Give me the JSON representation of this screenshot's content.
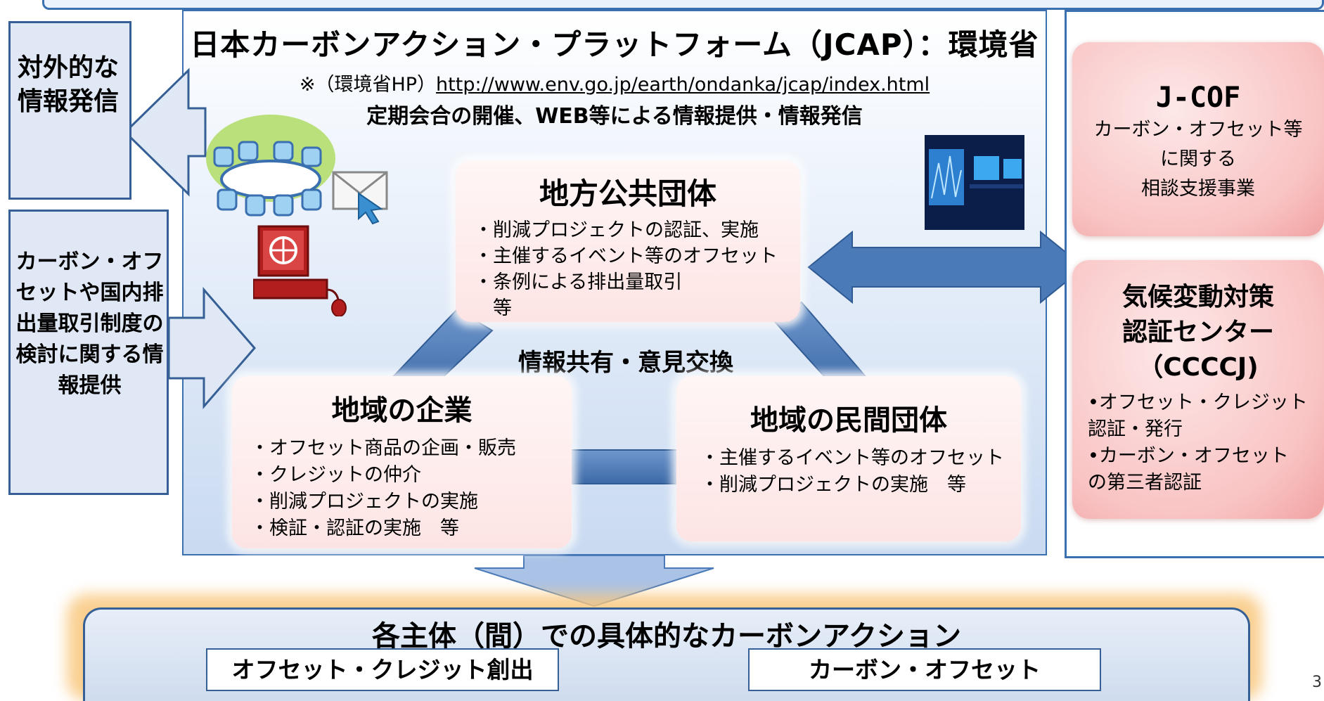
{
  "outward": {
    "label": "対外的な情報発信"
  },
  "study": {
    "label": "カーボン・オフセットや国内排出量取引制度の検討に関する情報提供"
  },
  "jcap": {
    "title": "日本カーボンアクション・プラットフォーム（JCAP）：環境省",
    "url_prefix": "※（環境省HP）",
    "url": "http://www.env.go.jp/earth/ondanka/jcap/index.html",
    "subtitle": "定期会合の開催、WEB等による情報提供・情報発信"
  },
  "local_gov": {
    "title": "地方公共団体",
    "items": [
      "・削減プロジェクトの認証、実施",
      "・主催するイベント等のオフセット",
      "・条例による排出量取引",
      "　等"
    ]
  },
  "share_label": "情報共有・意見交換",
  "local_biz": {
    "title": "地域の企業",
    "items": [
      "・オフセット商品の企画・販売",
      "・クレジットの仲介",
      "・削減プロジェクトの実施",
      "・検証・認証の実施　等"
    ]
  },
  "local_ngo": {
    "title": "地域の民間団体",
    "items": [
      "・主催するイベント等のオフセット",
      "・削減プロジェクトの実施　等"
    ]
  },
  "jcof": {
    "title": "J-COF",
    "desc": [
      "カーボン・オフセット等",
      "に関する",
      "相談支援事業"
    ]
  },
  "cccj": {
    "title": [
      "気候変動対策",
      "認証センター",
      "（CCCCJ)"
    ],
    "desc": [
      "•オフセット・クレジット",
      "認証・発行",
      "•カーボン・オフセット",
      "の第三者認証"
    ]
  },
  "bottom": {
    "title": "各主体（間）での具体的なカーボンアクション",
    "credit": "オフセット・クレジット創出",
    "offset": "カーボン・オフセット"
  },
  "page_number": "3",
  "colors": {
    "accent": "#3a6fb0",
    "arrow": "#4a7ab8",
    "entity_bg": "#fde4e4",
    "card_bg": "#f9c3c3"
  },
  "icons": [
    "meeting-table-icon",
    "envelope-cursor-icon",
    "computer-icon",
    "monitor-photo-icon"
  ]
}
